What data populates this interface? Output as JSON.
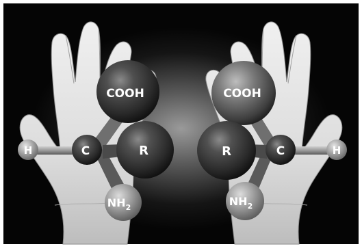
{
  "image": {
    "kind": "photo-illustration",
    "icon": "mirror-hands-chiral-molecules"
  },
  "left_molecule": {
    "top_group": "COOH",
    "center_atom": "C",
    "side_atom": "H",
    "r_group": "R",
    "bottom_group": "NH",
    "bottom_subscript": "2"
  },
  "right_molecule": {
    "top_group": "COOH",
    "center_atom": "C",
    "side_atom": "H",
    "r_group": "R",
    "bottom_group": "NH",
    "bottom_subscript": "2"
  },
  "colors": {
    "frame": "#ffffff",
    "background_dark": "#050505",
    "background_glow": "#8a8a8a",
    "hand": "#e4e4e4",
    "hand_shadow": "#a8a8a8",
    "sphere_dark": "#2a2a2a",
    "sphere_mid": "#6e6e6e",
    "sphere_light": "#b9b9b9"
  }
}
